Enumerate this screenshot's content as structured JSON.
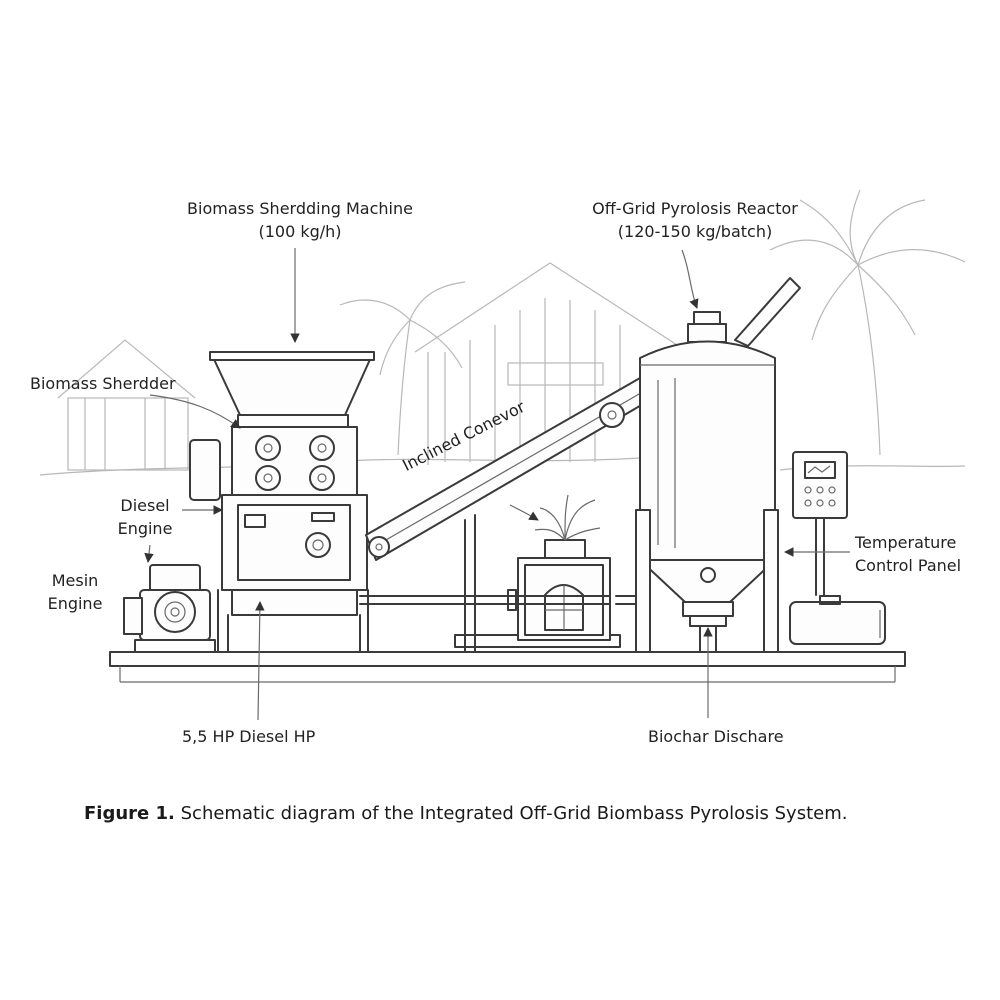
{
  "diagram": {
    "labels": {
      "shredding_machine": {
        "line1": "Biomass Sherdding Machine",
        "line2": "(100 kg/h)"
      },
      "pyrolysis_reactor": {
        "line1": "Off-Grid Pyrolosis Reactor",
        "line2": "(120-150 kg/batch)"
      },
      "biomass_shredder": "Biomass Sherdder",
      "diesel_engine": {
        "line1": "Diesel",
        "line2": "Engine"
      },
      "mesin_engine": {
        "line1": "Mesin",
        "line2": "Engine"
      },
      "inclined_conveyor": "Inclined Conevor",
      "temperature_control_panel": {
        "line1": "Temperature",
        "line2": "Control Panel"
      },
      "diesel_hp": "5,5 HP Diesel HP",
      "biochar_discharge": "Biochar Dischare"
    },
    "caption": {
      "prefix": "Figure 1.",
      "text": "Schematic diagram of the Integrated Off-Grid Biombass Pyrolosis System."
    }
  }
}
